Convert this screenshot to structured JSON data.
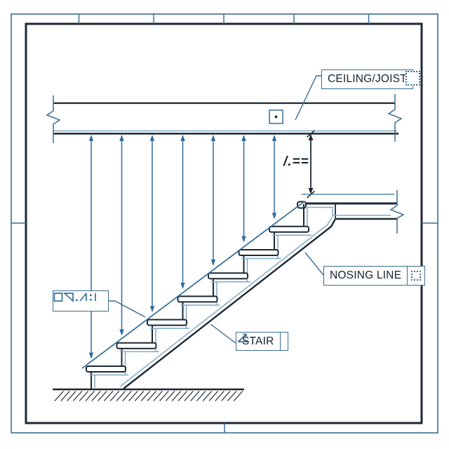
{
  "drawing": {
    "type": "stair-section-diagram",
    "description": "Architectural section showing stair, nosing line and ceiling joist with headroom arrows"
  },
  "labels": {
    "ceiling_joist": {
      "text": "CEILING/JOIST",
      "icon": "dotted-selection-square"
    },
    "nosing_line": {
      "text": "NOSING LINE",
      "icon": "dotted-selection-square"
    },
    "stair": {
      "text": "STAIR",
      "icon": "angle-symbol"
    },
    "symbol_box": {
      "glyphs": [
        "square",
        "upper-right-triangle",
        "period",
        "slash-bar",
        "colon",
        "vertical-bar"
      ]
    }
  },
  "dimension": {
    "text": "/.=="
  },
  "counts": {
    "treads": 7,
    "headroom_arrows": 7
  },
  "colors": {
    "line_dark": "#1c2733",
    "steel": "#3b6d90",
    "arrow_blue": "#2e6b9c",
    "light_blue": "#7fa9c4",
    "border_blue": "#5b86a5",
    "text": "#15222f",
    "background": "#ffffff"
  }
}
